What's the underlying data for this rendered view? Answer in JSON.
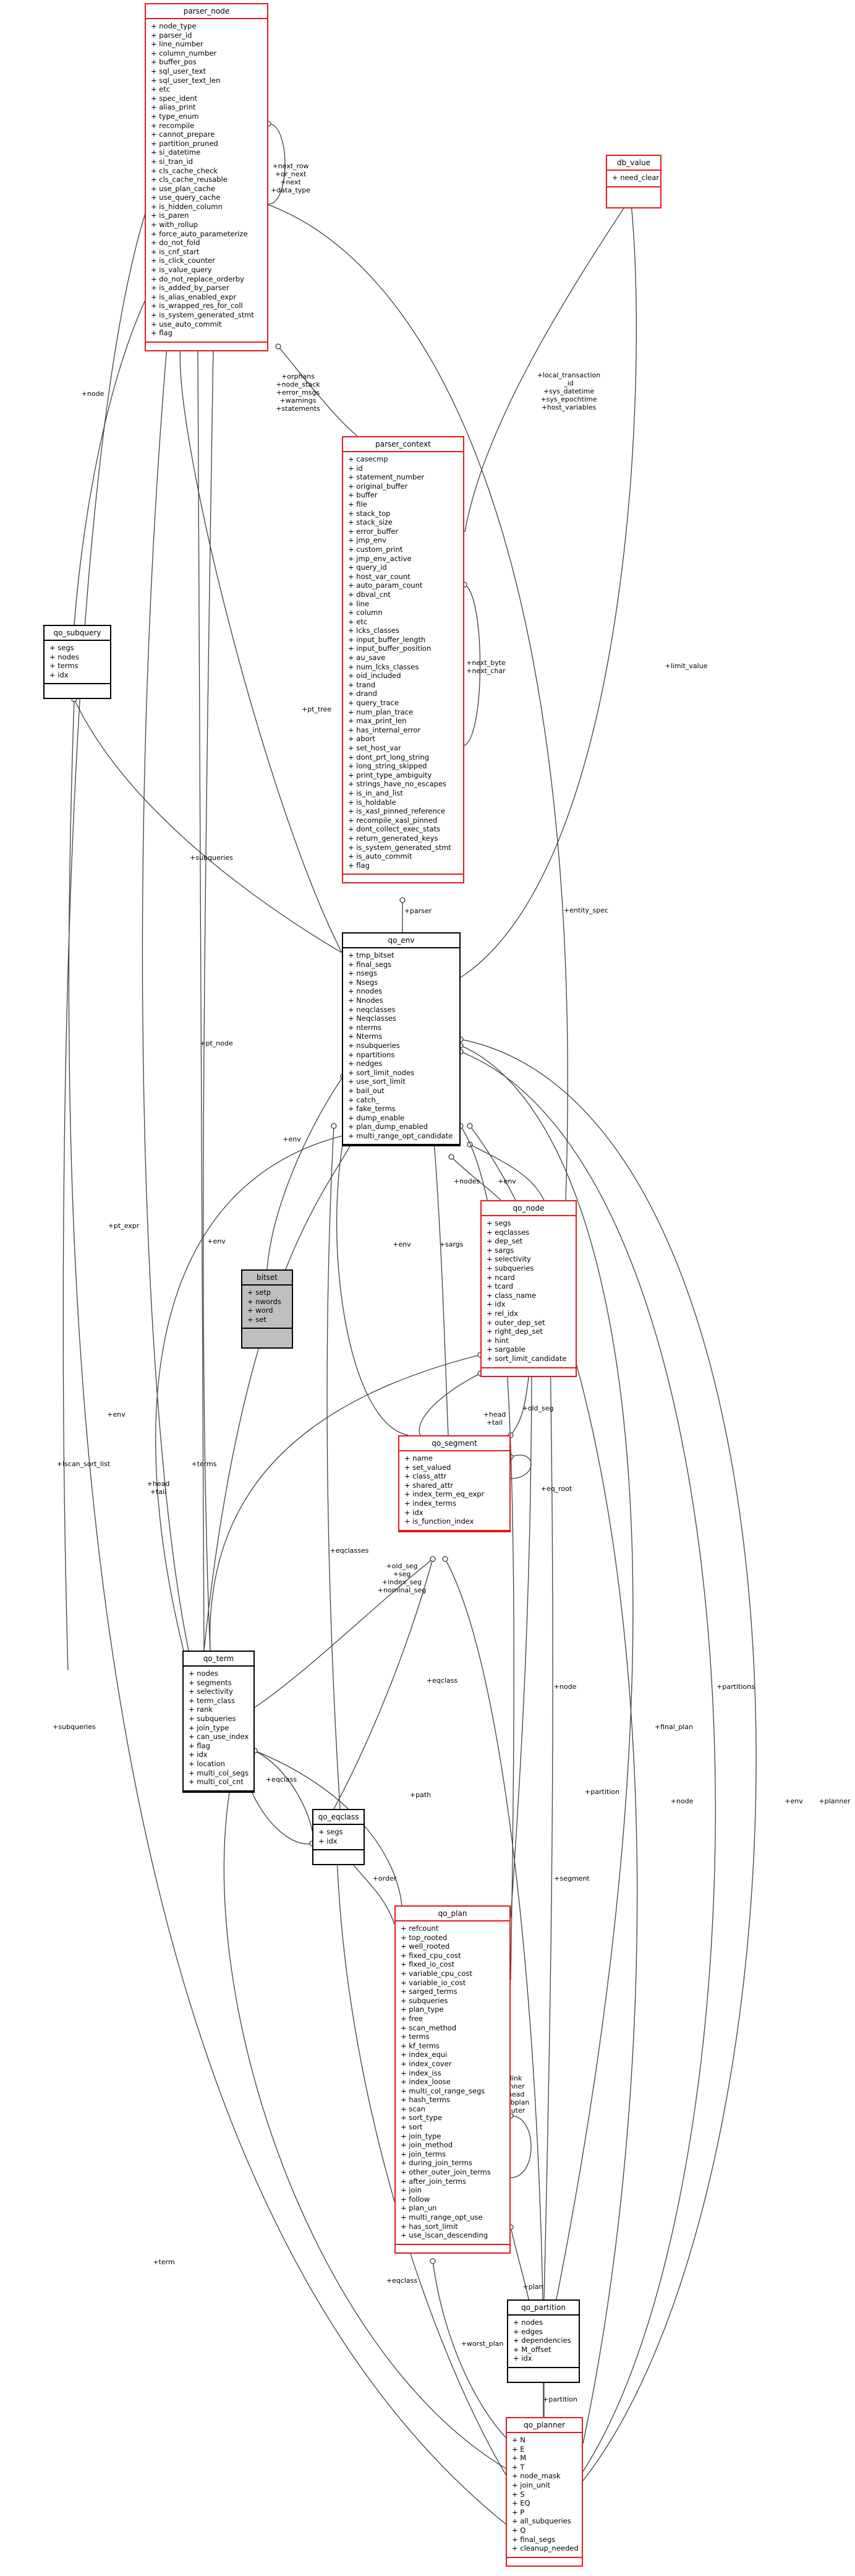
{
  "colors": {
    "line": "#404040",
    "required_border": "#e31a1c",
    "normal_border": "#000000",
    "highlight_fill": "#bfbfbf"
  },
  "nodes": [
    {
      "id": "parser_node",
      "title": "parser_node",
      "red": true,
      "attrs": [
        "+ node_type",
        "+ parser_id",
        "+ line_number",
        "+ column_number",
        "+ buffer_pos",
        "+ sql_user_text",
        "+ sql_user_text_len",
        "+ etc",
        "+ spec_ident",
        "+ alias_print",
        "+ type_enum",
        "+ recompile",
        "+ cannot_prepare",
        "+ partition_pruned",
        "+ si_datetime",
        "+ si_tran_id",
        "+ cls_cache_check",
        "+ cls_cache_reusable",
        "+ use_plan_cache",
        "+ use_query_cache",
        "+ is_hidden_column",
        "+ is_paren",
        "+ with_rollup",
        "+ force_auto_parameterize",
        "+ do_not_fold",
        "+ is_cnf_start",
        "+ is_click_counter",
        "+ is_value_query",
        "+ do_not_replace_orderby",
        "+ is_added_by_parser",
        "+ is_alias_enabled_expr",
        "+ is_wrapped_res_for_coll",
        "+ is_system_generated_stmt",
        "+ use_auto_commit",
        "+ flag"
      ]
    },
    {
      "id": "db_value",
      "title": "db_value",
      "red": true,
      "attrs": [
        "+ need_clear"
      ]
    },
    {
      "id": "qo_subquery",
      "title": "qo_subquery",
      "red": false,
      "attrs": [
        "+ segs",
        "+ nodes",
        "+ terms",
        "+ idx"
      ]
    },
    {
      "id": "parser_context",
      "title": "parser_context",
      "red": true,
      "attrs": [
        "+ casecmp",
        "+ id",
        "+ statement_number",
        "+ original_buffer",
        "+ buffer",
        "+ file",
        "+ stack_top",
        "+ stack_size",
        "+ error_buffer",
        "+ jmp_env",
        "+ custom_print",
        "+ jmp_env_active",
        "+ query_id",
        "+ host_var_count",
        "+ auto_param_count",
        "+ dbval_cnt",
        "+ line",
        "+ column",
        "+ etc",
        "+ lcks_classes",
        "+ input_buffer_length",
        "+ input_buffer_position",
        "+ au_save",
        "+ num_lcks_classes",
        "+ oid_included",
        "+ trand",
        "+ drand",
        "+ query_trace",
        "+ num_plan_trace",
        "+ max_print_len",
        "+ has_internal_error",
        "+ abort",
        "+ set_host_var",
        "+ dont_prt_long_string",
        "+ long_string_skipped",
        "+ print_type_ambiguity",
        "+ strings_have_no_escapes",
        "+ is_in_and_list",
        "+ is_holdable",
        "+ is_xasl_pinned_reference",
        "+ recompile_xasl_pinned",
        "+ dont_collect_exec_stats",
        "+ return_generated_keys",
        "+ is_system_generated_stmt",
        "+ is_auto_commit",
        "+ flag"
      ]
    },
    {
      "id": "qo_env",
      "title": "qo_env",
      "red": false,
      "attrs": [
        "+ tmp_bitset",
        "+ final_segs",
        "+ nsegs",
        "+ Nsegs",
        "+ nnodes",
        "+ Nnodes",
        "+ neqclasses",
        "+ Neqclasses",
        "+ nterms",
        "+ Nterms",
        "+ nsubqueries",
        "+ npartitions",
        "+ nedges",
        "+ sort_limit_nodes",
        "+ use_sort_limit",
        "+ bail_out",
        "+ catch_",
        "+ fake_terms",
        "+ dump_enable",
        "+ plan_dump_enabled",
        "+ multi_range_opt_candidate"
      ]
    },
    {
      "id": "bitset",
      "title": "bitset",
      "red": false,
      "gray": true,
      "attrs": [
        "+ setp",
        "+ nwords",
        "+ word",
        "+ set"
      ]
    },
    {
      "id": "qo_node",
      "title": "qo_node",
      "red": true,
      "attrs": [
        "+ segs",
        "+ eqclasses",
        "+ dep_set",
        "+ sargs",
        "+ selectivity",
        "+ subqueries",
        "+ ncard",
        "+ tcard",
        "+ class_name",
        "+ idx",
        "+ rel_idx",
        "+ outer_dep_set",
        "+ right_dep_set",
        "+ hint",
        "+ sargable",
        "+ sort_limit_candidate"
      ]
    },
    {
      "id": "qo_segment",
      "title": "qo_segment",
      "red": true,
      "attrs": [
        "+ name",
        "+ set_valued",
        "+ class_attr",
        "+ shared_attr",
        "+ index_term_eq_expr",
        "+ index_terms",
        "+ idx",
        "+ is_function_index"
      ]
    },
    {
      "id": "qo_term",
      "title": "qo_term",
      "red": false,
      "attrs": [
        "+ nodes",
        "+ segments",
        "+ selectivity",
        "+ term_class",
        "+ rank",
        "+ subqueries",
        "+ join_type",
        "+ can_use_index",
        "+ flag",
        "+ idx",
        "+ location",
        "+ multi_col_segs",
        "+ multi_col_cnt"
      ]
    },
    {
      "id": "qo_eqclass",
      "title": "qo_eqclass",
      "red": false,
      "attrs": [
        "+ segs",
        "+ idx"
      ]
    },
    {
      "id": "qo_plan",
      "title": "qo_plan",
      "red": true,
      "attrs": [
        "+ refcount",
        "+ top_rooted",
        "+ well_rooted",
        "+ fixed_cpu_cost",
        "+ fixed_io_cost",
        "+ variable_cpu_cost",
        "+ variable_io_cost",
        "+ sarged_terms",
        "+ subqueries",
        "+ plan_type",
        "+ free",
        "+ scan_method",
        "+ terms",
        "+ kf_terms",
        "+ index_equi",
        "+ index_cover",
        "+ index_iss",
        "+ index_loose",
        "+ multi_col_range_segs",
        "+ hash_terms",
        "+ scan",
        "+ sort_type",
        "+ sort",
        "+ join_type",
        "+ join_method",
        "+ join_terms",
        "+ during_join_terms",
        "+ other_outer_join_terms",
        "+ after_join_terms",
        "+ join",
        "+ follow",
        "+ plan_un",
        "+ multi_range_opt_use",
        "+ has_sort_limit",
        "+ use_iscan_descending"
      ]
    },
    {
      "id": "qo_partition",
      "title": "qo_partition",
      "red": false,
      "attrs": [
        "+ nodes",
        "+ edges",
        "+ dependencies",
        "+ M_offset",
        "+ idx"
      ]
    },
    {
      "id": "qo_planner",
      "title": "qo_planner",
      "red": true,
      "attrs": [
        "+ N",
        "+ E",
        "+ M",
        "+ T",
        "+ node_mask",
        "+ join_unit",
        "+ S",
        "+ EQ",
        "+ P",
        "+ all_subqueries",
        "+ Q",
        "+ final_segs",
        "+ cleanup_needed"
      ]
    }
  ],
  "edge_labels": [
    "+next_row\n+or_next\n+next\n+data_type",
    "+node",
    "+orphans\n+node_stack\n+error_msgs\n+warnings\n+statements",
    "+local_transaction\n_id\n+sys_datetime\n+sys_epochtime\n+host_variables",
    "+next_byte\n+next_char",
    "+pt_tree",
    "+limit_value",
    "+subqueries",
    "+parser",
    "+entity_spec",
    "+pt_node",
    "+env",
    "+nodes",
    "+env",
    "+pt_expr",
    "+env",
    "+sargs",
    "+env",
    "+terms",
    "+env",
    "+head\n+tail",
    "+head\n+tail",
    "+old_seg",
    "+eq_root",
    "+lscan_sort_list",
    "+old_seg\n+seg\n+index_seg\n+nominal_seg",
    "+eqclasses",
    "+final_plan",
    "+subqueries",
    "+eqclass",
    "+node",
    "+partitions",
    "+term",
    "+eqclass",
    "+path",
    "+partition",
    "+node",
    "+env",
    "+planner",
    "+order",
    "+segment",
    "+link\n+inner\n+head\n+subplan\n+outer",
    "+term",
    "+eqclass",
    "+plan",
    "+worst_plan",
    "+partition"
  ]
}
